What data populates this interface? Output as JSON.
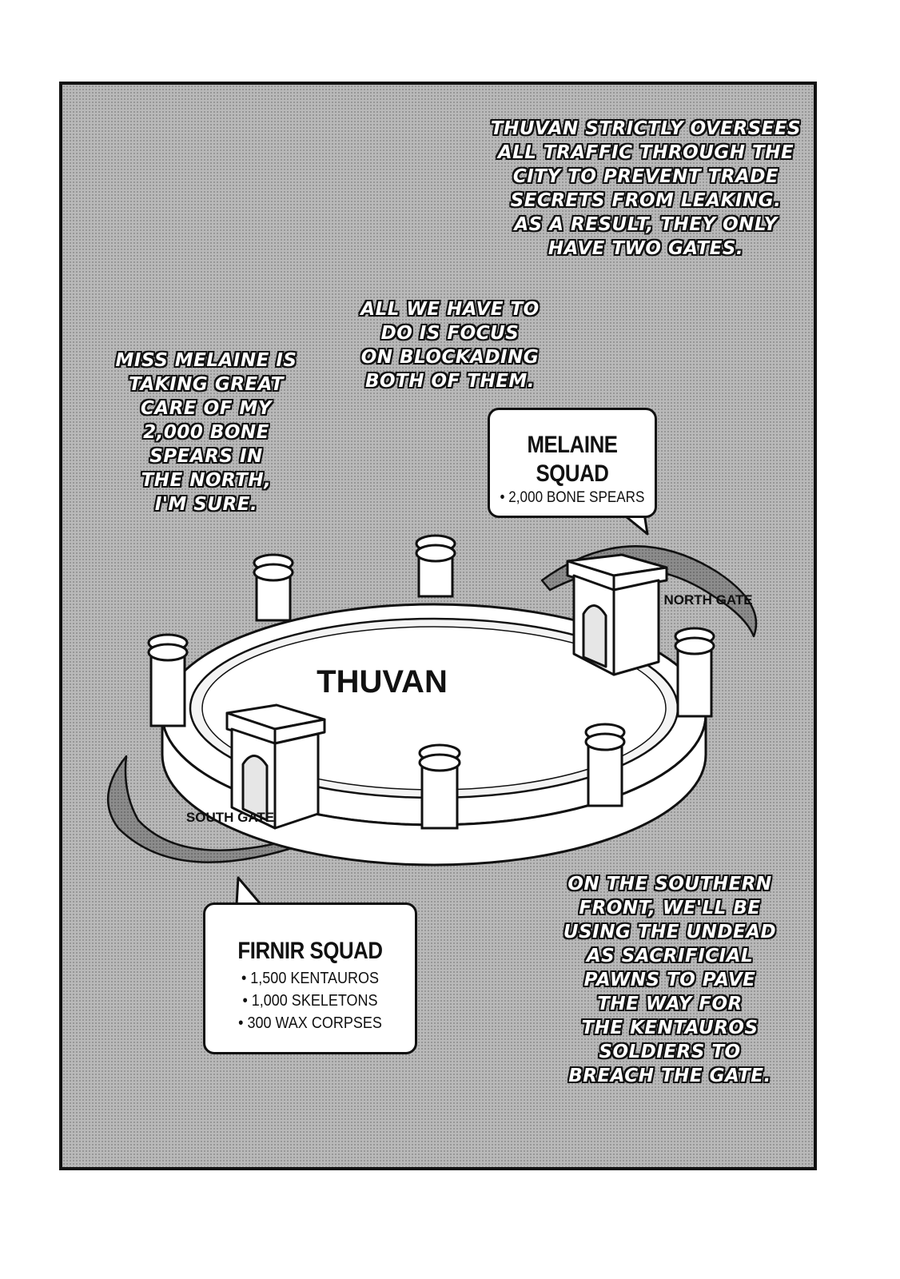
{
  "narration": {
    "top": "THUVAN STRICTLY OVERSEES\nALL TRAFFIC THROUGH THE\nCITY TO PREVENT TRADE\nSECRETS FROM LEAKING.\nAS A RESULT, THEY ONLY\nHAVE TWO GATES.",
    "middle": "ALL WE HAVE TO\nDO IS FOCUS\nON BLOCKADING\nBOTH OF THEM.",
    "left": "MISS MELAINE IS\nTAKING GREAT\nCARE OF MY\n2,000 BONE\nSPEARS IN\nTHE NORTH,\nI'M SURE.",
    "bottom_right": "ON THE SOUTHERN\nFRONT, WE'LL BE\nUSING THE UNDEAD\nAS SACRIFICIAL\nPAWNS TO PAVE\nTHE WAY FOR\nTHE KENTAUROS\nSOLDIERS TO\nBREACH THE GATE."
  },
  "map": {
    "city_name": "THUVAN",
    "north_gate_label": "NORTH GATE",
    "south_gate_label": "SOUTH GATE"
  },
  "squads": {
    "melaine": {
      "name": "MELAINE SQUAD",
      "units": [
        "2,000 BONE SPEARS"
      ]
    },
    "firnir": {
      "name": "FIRNIR SQUAD",
      "units": [
        "1,500 KENTAUROS",
        "1,000 SKELETONS",
        "300 WAX CORPSES"
      ]
    }
  },
  "colors": {
    "panel_screentone": "#b9b9b9",
    "ink": "#111111",
    "paper": "#ffffff"
  }
}
